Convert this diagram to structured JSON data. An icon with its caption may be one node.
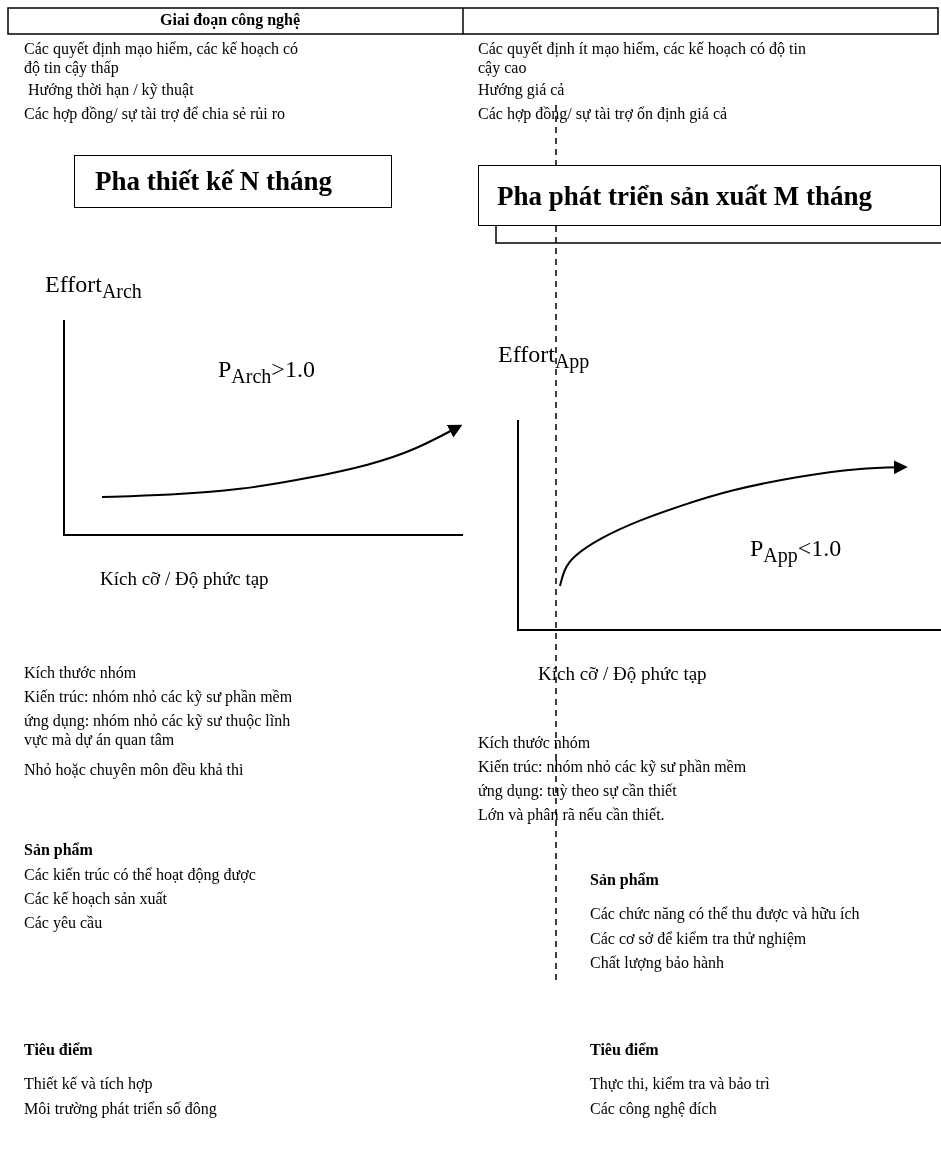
{
  "diagram": {
    "nodes": [
      {
        "text": [
          "Pha thiết kế N tháng"
        ]
      },
      {
        "text": [
          "Pha phát triển sản xuất M tháng"
        ]
      }
    ],
    "labels": [
      "Giai đoạn công nghệ",
      "Các quyết định mạo hiểm, các kế hoạch có độ tin cậy thấp",
      "Các quyết định ít mạo hiểm, các kế hoạch có độ tin cậy cao",
      "Hướng thời hạn / kỹ thuật",
      "Hướng giá cả",
      "Các hợp đồng/ sự tài trợ để chia sẻ rủi ro",
      "Các hợp đồng/ sự tài trợ ổn định giá cả",
      "Effort$_{Arch}$",
      "P$_{Arch}$>1.0",
      "Effort$_{App}$",
      "Kích cỡ / Độ phức tạp",
      "P$_{App}$<1.0",
      "Kích thước nhóm",
      "Kích cỡ / Độ phức tạp",
      "Kiến trúc: nhóm nhỏ các kỹ sư phần mềm",
      "ứng dụng: nhóm nhỏ các kỹ sư thuộc lĩnh vực mà dự án quan tâm",
      "Nhỏ hoặc chuyên môn đều khả thi",
      "Kích thước nhóm",
      "Kiến trúc: nhóm nhỏ các kỹ sư phần mềm",
      "ứng dụng: tuỳ theo sự cần thiết",
      "Lớn và phân rã nếu cần thiết.",
      "Sản phẩm",
      "Các kiến trúc có thể hoạt động được",
      "Các kế hoạch sản xuất",
      "Các yêu cầu",
      "Sản phẩm",
      "Các chức năng có thể thu được và hữu ích",
      "Các cơ sở để kiểm tra thử nghiệm",
      "Chất lượng bảo hành",
      "Tiêu điểm",
      "Tiêu điểm",
      "Thiết kế và tích hợp",
      "Thực thi, kiểm tra và bảo trì",
      "Môi trường phát triển số đông",
      "Các công nghệ đích"
    ]
  }
}
